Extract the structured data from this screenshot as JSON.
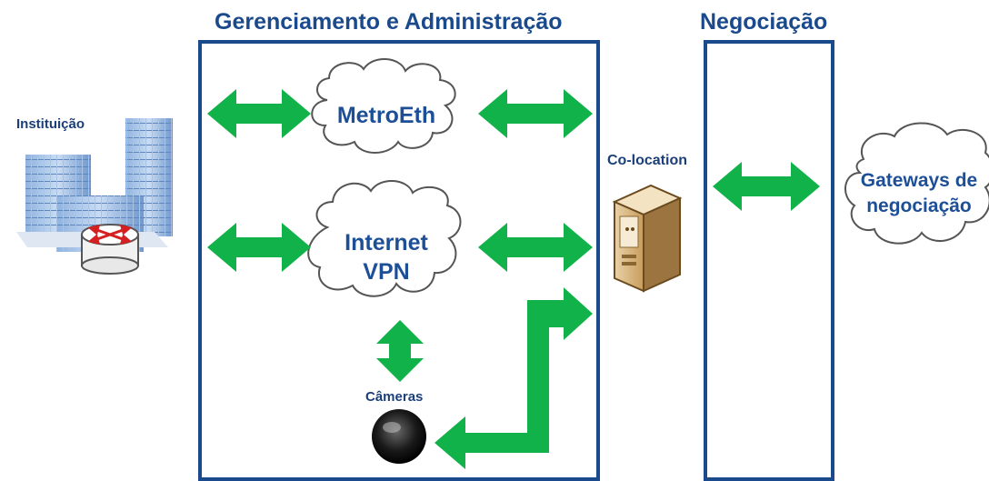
{
  "sections": {
    "management_title": "Gerenciamento e Administração",
    "negotiation_title": "Negociação"
  },
  "nodes": {
    "institution_label": "Instituição",
    "metroeth_label": "MetroEth",
    "internet_line1": "Internet",
    "internet_line2": "VPN",
    "cameras_label": "Câmeras",
    "colocation_label": "Co-location",
    "gateways_line1": "Gateways de",
    "gateways_line2": "negociação"
  },
  "colors": {
    "arrow": "#12b24a",
    "frame": "#1b4a8c",
    "text": "#1b4a8c"
  },
  "icons": [
    "building-icon",
    "router-icon",
    "cloud-icon",
    "server-cabinet-icon",
    "camera-icon"
  ]
}
